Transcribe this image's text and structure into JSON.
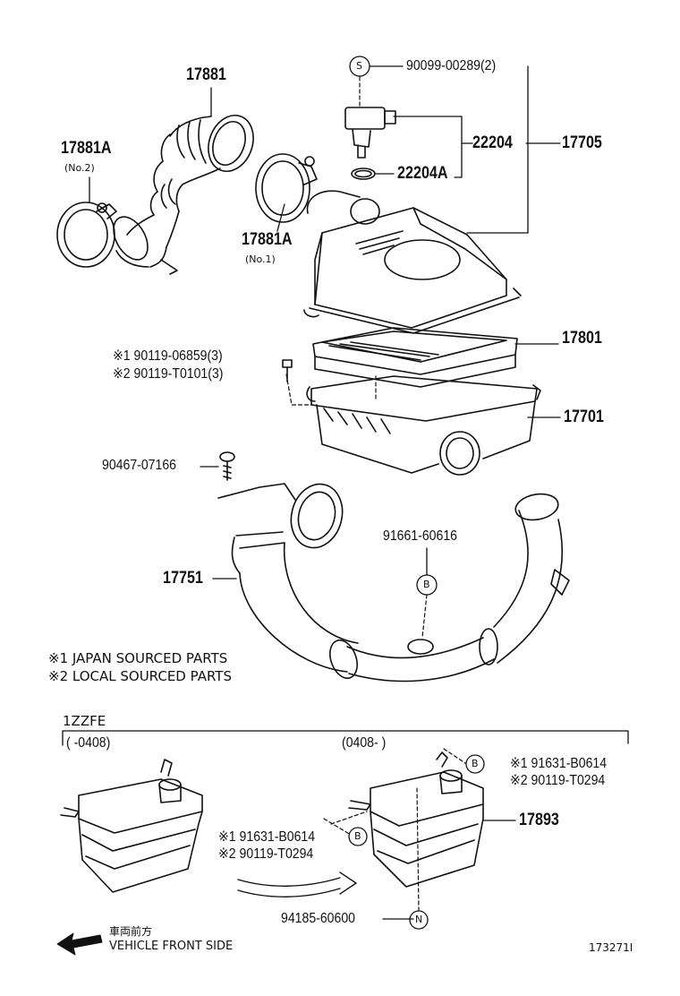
{
  "parts": {
    "p17881": "17881",
    "p17881A_left": "17881A",
    "p17881A_left_sub": "(No.2)",
    "p17881A_mid": "17881A",
    "p17881A_mid_sub": "(No.1)",
    "p90099": "90099-00289(2)",
    "p22204": "22204",
    "p22204A": "22204A",
    "p17705": "17705",
    "p17801": "17801",
    "p17701": "17701",
    "p90119_1": "※1 90119-06859(3)",
    "p90119_2": "※2 90119-T0101(3)",
    "p90467": "90467-07166",
    "p91661": "91661-60616",
    "p17751": "17751",
    "r_91631_1": "※1 91631-B0614",
    "r_90119_2": "※2 90119-T0294",
    "p17893": "17893",
    "l_91631_1": "※1 91631-B0614",
    "l_90119_2": "※2 90119-T0294",
    "p94185": "94185-60600"
  },
  "markers": {
    "s": "S",
    "b": "B",
    "n": "N"
  },
  "notes": {
    "japan": "※1   JAPAN SOURCED PARTS",
    "local": "※2   LOCAL SOURCED PARTS"
  },
  "sub": {
    "engine": "1ZZFE",
    "range_left": "(       -0408)",
    "range_right": "(0408-       )"
  },
  "footer": {
    "jp": "車両前方",
    "en": "VEHICLE FRONT SIDE",
    "code": "173271I"
  }
}
